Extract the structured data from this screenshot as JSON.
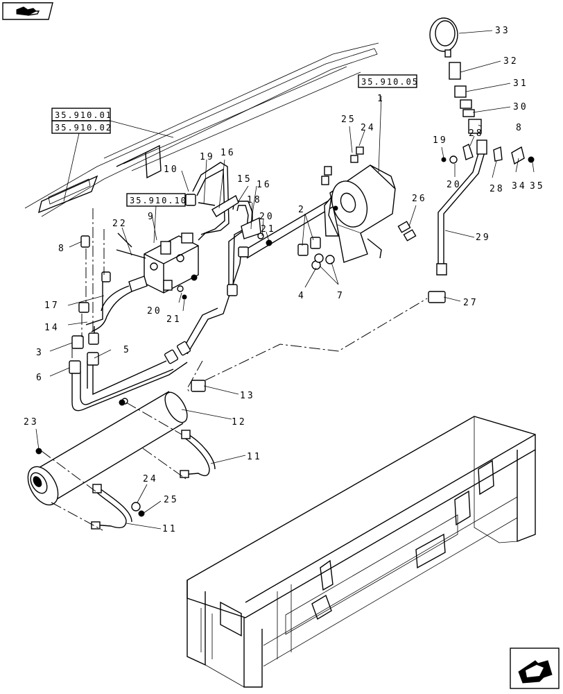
{
  "nav": {
    "top_icon": "back-to-index-icon",
    "bottom_icon": "next-page-icon"
  },
  "references": [
    "35.910.01",
    "35.910.02",
    "35.910.10",
    "35.910.05"
  ],
  "callouts": [
    "1",
    "2",
    "3",
    "4",
    "5",
    "6",
    "7",
    "8",
    "8",
    "9",
    "10",
    "11",
    "11",
    "12",
    "13",
    "14",
    "15",
    "16",
    "16",
    "17",
    "18",
    "19",
    "19",
    "20",
    "20",
    "20",
    "21",
    "21",
    "22",
    "23",
    "24",
    "24",
    "25",
    "25",
    "26",
    "27",
    "28",
    "28",
    "29",
    "30",
    "31",
    "32",
    "33",
    "34",
    "35"
  ]
}
